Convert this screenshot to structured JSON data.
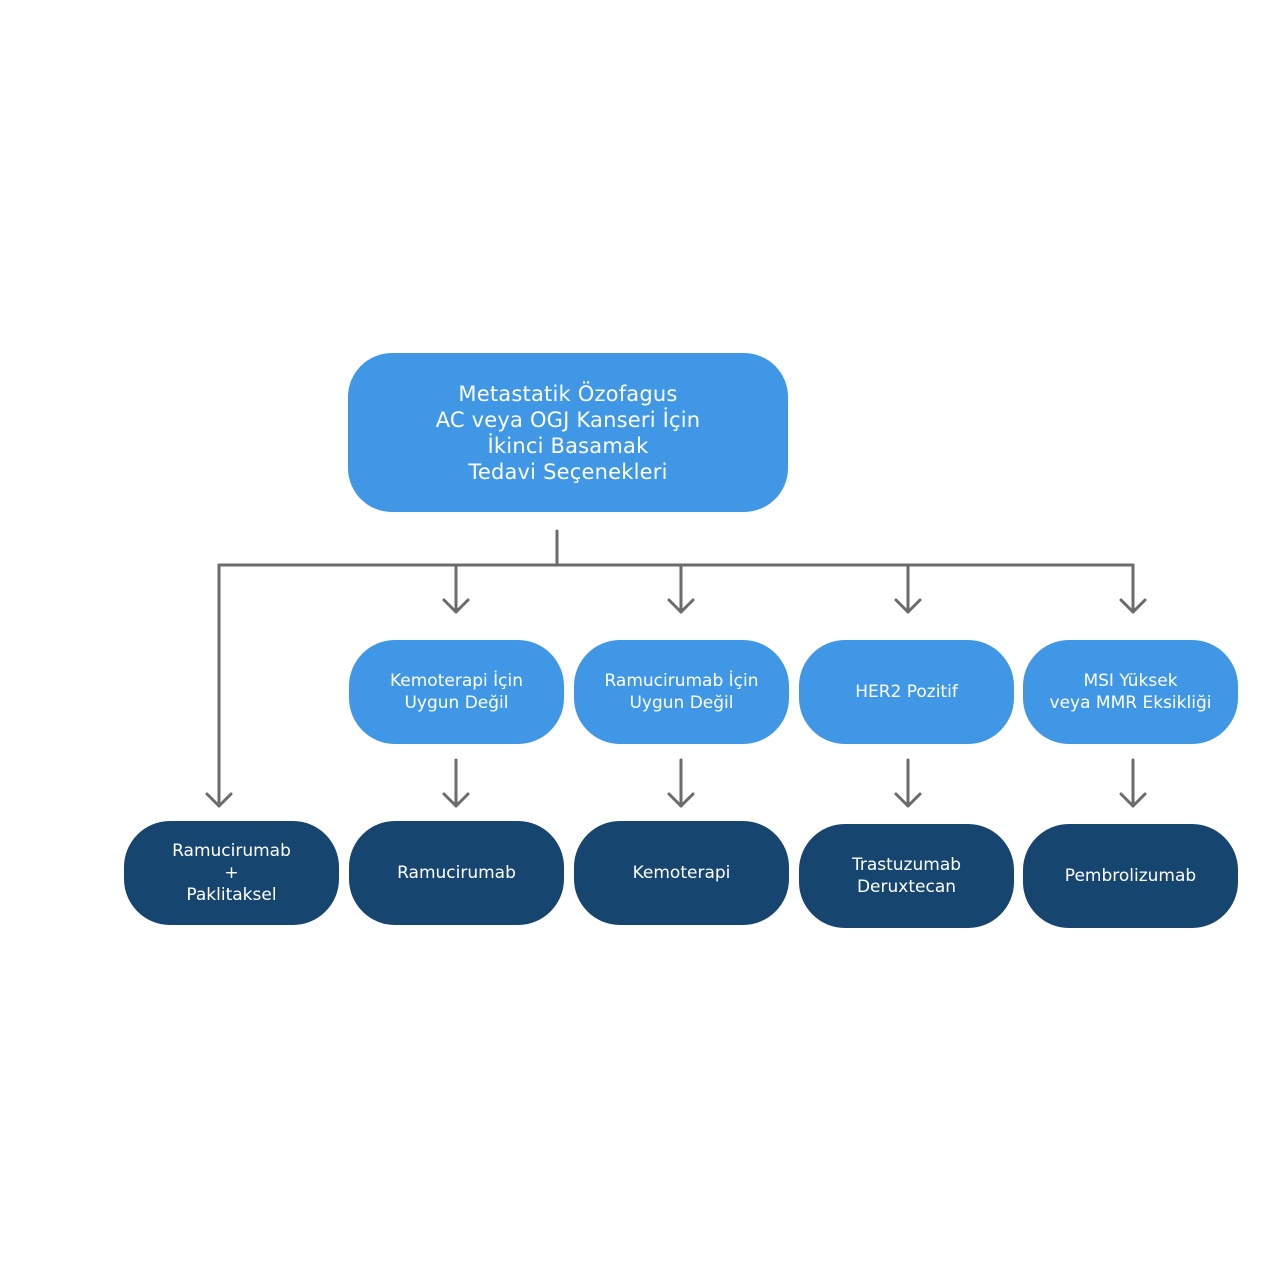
{
  "root": {
    "label": "Metastatik Özofagus\nAC veya OGJ Kanseri İçin\nİkinci Basamak\nTedavi Seçenekleri"
  },
  "conditions": [
    "Kemoterapi İçin\nUygun Değil",
    "Ramucirumab İçin\nUygun Değil",
    "HER2 Pozitif",
    "MSI Yüksek\nveya MMR Eksikliği"
  ],
  "treatments": [
    "Ramucirumab\n+\nPaklitaksel",
    "Ramucirumab",
    "Kemoterapi",
    "Trastuzumab\nDeruxtecan",
    "Pembrolizumab"
  ],
  "colors": {
    "light": "#3f97e6",
    "dark": "#164570",
    "connector": "#6b6b6b"
  }
}
